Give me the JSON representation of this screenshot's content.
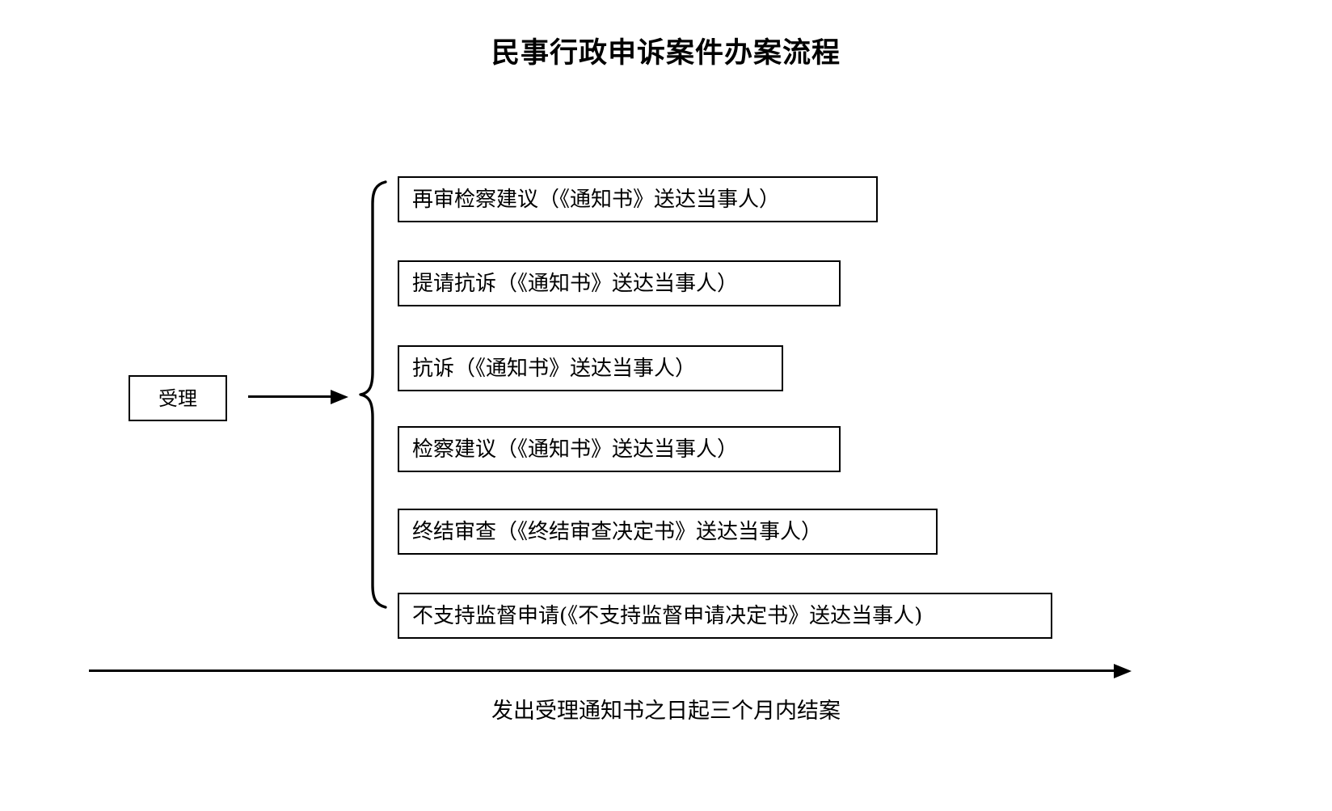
{
  "page": {
    "title": "民事行政申诉案件办案流程",
    "background_color": "#ffffff",
    "ink_color": "#000000"
  },
  "flow": {
    "start_node": {
      "label": "受理"
    },
    "connector": {
      "arrow_label": "",
      "brace_label": "{"
    },
    "outcomes": [
      {
        "label": "再审检察建议（《通知书》送达当事人）"
      },
      {
        "label": "提请抗诉（《通知书》送达当事人）"
      },
      {
        "label": "抗诉（《通知书》送达当事人）"
      },
      {
        "label": "检察建议（《通知书》送达当事人）"
      },
      {
        "label": "终结审查（《终结审查决定书》送达当事人）"
      },
      {
        "label": "不支持监督申请(《不支持监督申请决定书》送达当事人)"
      }
    ]
  },
  "timeline": {
    "caption": "发出受理通知书之日起三个月内结案"
  }
}
